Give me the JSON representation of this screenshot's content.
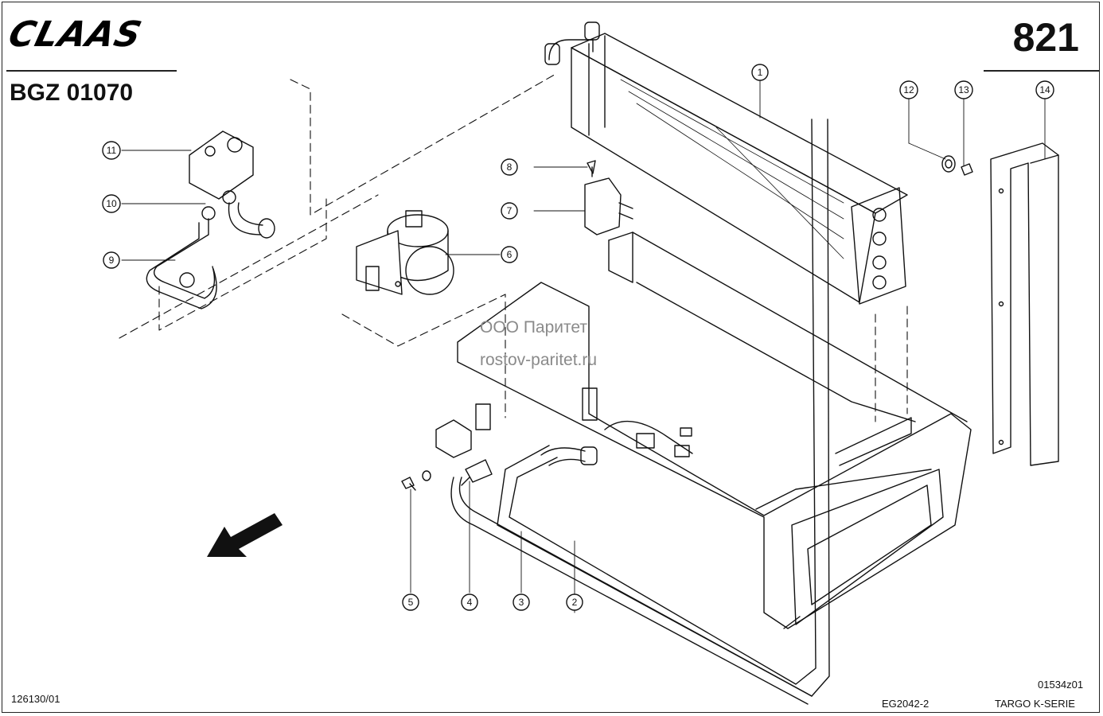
{
  "header": {
    "brand": "CLAAS",
    "document_code": "BGZ 01070",
    "page_number": "821"
  },
  "footer": {
    "left_code": "126130/01",
    "center_code": "EG2042-2",
    "drawing_ref": "01534z01",
    "series": "TARGO K-SERIE"
  },
  "watermark": {
    "line1": "ООО Паритет",
    "line2": "rostov-paritet.ru"
  },
  "callouts": [
    "1",
    "2",
    "3",
    "4",
    "5",
    "6",
    "7",
    "8",
    "9",
    "10",
    "11",
    "12",
    "13",
    "14"
  ],
  "colors": {
    "ink": "#111111",
    "paper": "#ffffff",
    "watermark": "#8a8a8a"
  }
}
